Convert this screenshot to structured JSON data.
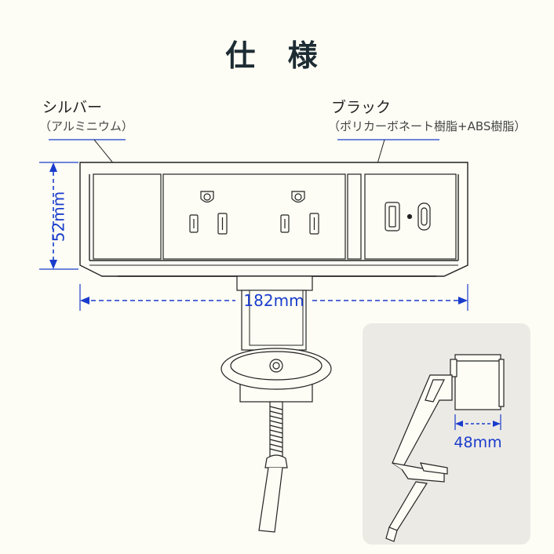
{
  "title": "仕 様",
  "labels": {
    "silver": {
      "name": "シルバー",
      "material": "（アルミニウム）"
    },
    "black": {
      "name": "ブラック",
      "material": "（ポリカーボネート樹脂+ABS樹脂）"
    }
  },
  "dimensions": {
    "height": "52mm",
    "width": "182mm",
    "depth": "48mm"
  },
  "colors": {
    "dimension_line": "#1a3ccc",
    "outline": "#222222",
    "inset_background": "#eceae5"
  }
}
